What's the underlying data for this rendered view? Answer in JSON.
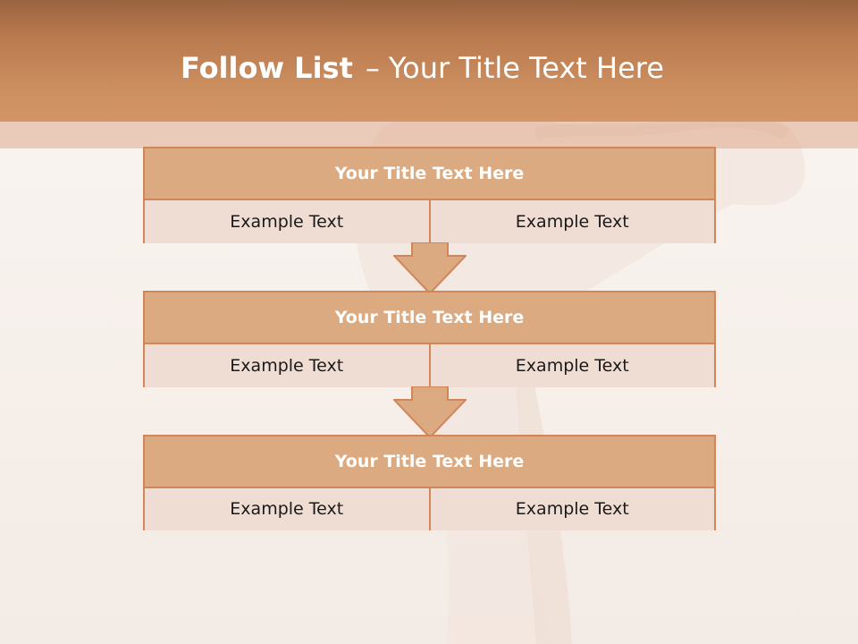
{
  "slide": {
    "title_bold": "Follow List",
    "title_separator": "–",
    "title_rest": "Your Title Text Here"
  },
  "blocks": [
    {
      "title": "Your Title Text Here",
      "left": "Example Text",
      "right": "Example Text"
    },
    {
      "title": "Your Title Text Here",
      "left": "Example Text",
      "right": "Example Text"
    },
    {
      "title": "Your Title Text Here",
      "left": "Example Text",
      "right": "Example Text"
    }
  ],
  "colors": {
    "header": "#c88858",
    "block_border": "#d1865a",
    "block_title_fill": "#dcaa80",
    "cell_fill": "#efddd3"
  },
  "icons": [
    "down-arrow-icon"
  ]
}
